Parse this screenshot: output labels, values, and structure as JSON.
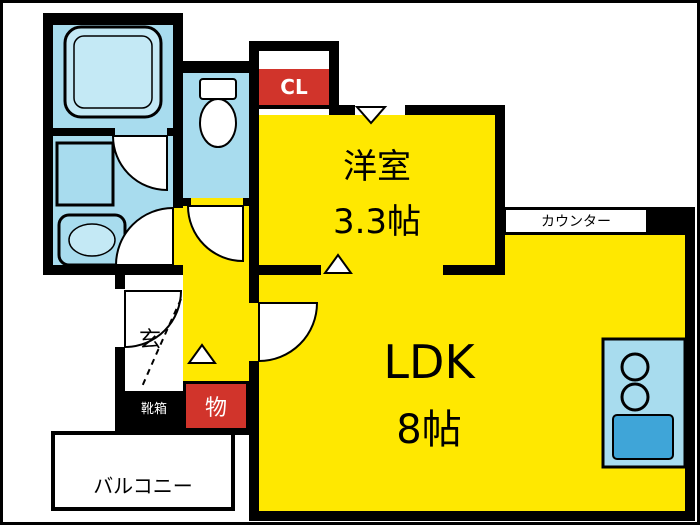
{
  "floorplan": {
    "western_room": {
      "name": "洋室",
      "size": "3.3帖"
    },
    "ldk": {
      "name": "LDK",
      "size": "8帖"
    },
    "closet": {
      "label": "CL"
    },
    "counter": {
      "label": "カウンター"
    },
    "entrance": {
      "label": "玄"
    },
    "shoe_cabinet": {
      "label": "靴箱"
    },
    "storage": {
      "label": "物"
    },
    "balcony": {
      "label": "バルコニー"
    }
  },
  "colors": {
    "room_yellow": "#ffe800",
    "wet_area_cyan": "#a8dcee",
    "accent_red": "#d1342b",
    "wall_black": "#000000",
    "sink_blue": "#3fa5d8",
    "background_white": "#ffffff"
  }
}
